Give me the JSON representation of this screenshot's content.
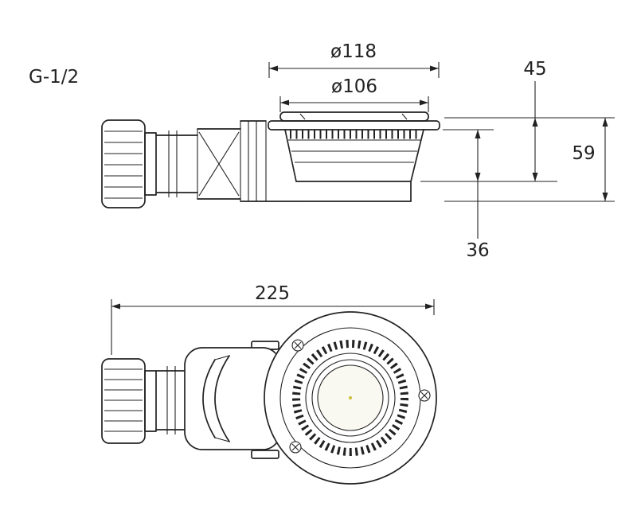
{
  "drawing": {
    "title": "shower-drain-siphon-technical-drawing",
    "labels": {
      "thread": "G-1/2",
      "dia_outer": "ø118",
      "dia_inner": "ø106",
      "height_upper": "45",
      "height_total": "59",
      "height_lower": "36",
      "length_overall": "225"
    },
    "colors": {
      "line": "#222222",
      "background": "#ffffff",
      "accent_dot": "#cfc04a"
    }
  }
}
